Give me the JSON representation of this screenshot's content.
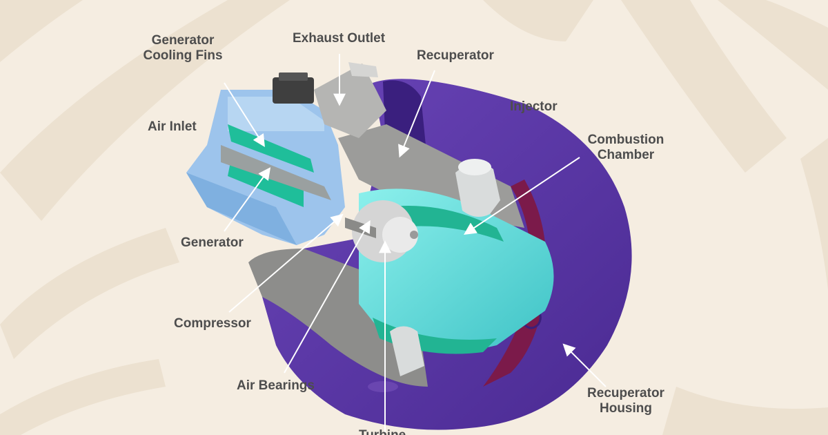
{
  "diagram": {
    "labels": {
      "generator_cooling_fins": "Generator\nCooling Fins",
      "exhaust_outlet": "Exhaust Outlet",
      "recuperator": "Recuperator",
      "injector": "Injector",
      "air_inlet": "Air Inlet",
      "combustion_chamber": "Combustion\nChamber",
      "generator": "Generator",
      "compressor": "Compressor",
      "air_bearings": "Air Bearings",
      "turbine": "Turbine",
      "recuperator_housing": "Recuperator\nHousing"
    },
    "colors": {
      "background": "#f5ede1",
      "swirl": "#ece1d0",
      "housing": "#5a36a6",
      "cyan": "#6fe0de",
      "green": "#17c8a0",
      "light_blue": "#9dc4ec",
      "gray": "#9a9a98",
      "label": "#4d4d4d"
    }
  }
}
